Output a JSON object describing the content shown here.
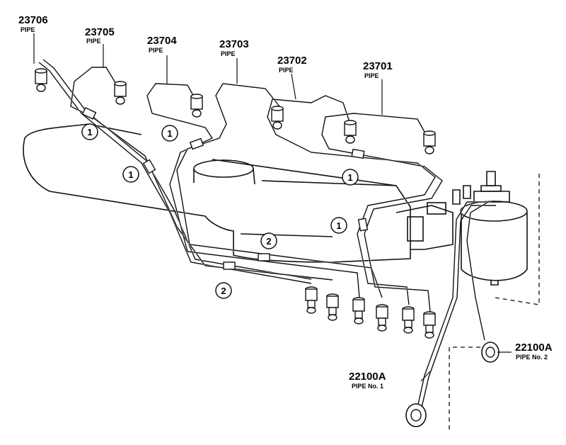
{
  "parts": {
    "p23706": {
      "number": "23706",
      "desc": "PIPE"
    },
    "p23705": {
      "number": "23705",
      "desc": "PIPE"
    },
    "p23704": {
      "number": "23704",
      "desc": "PIPE"
    },
    "p23703": {
      "number": "23703",
      "desc": "PIPE"
    },
    "p23702": {
      "number": "23702",
      "desc": "PIPE"
    },
    "p23701": {
      "number": "23701",
      "desc": "PIPE"
    },
    "p22100a_1": {
      "number": "22100A",
      "desc": "PIPE No. 1"
    },
    "p22100a_2": {
      "number": "22100A",
      "desc": "PIPE No. 2"
    }
  },
  "clamp_callouts": [
    "1",
    "1",
    "1",
    "1",
    "1",
    "2",
    "2"
  ]
}
